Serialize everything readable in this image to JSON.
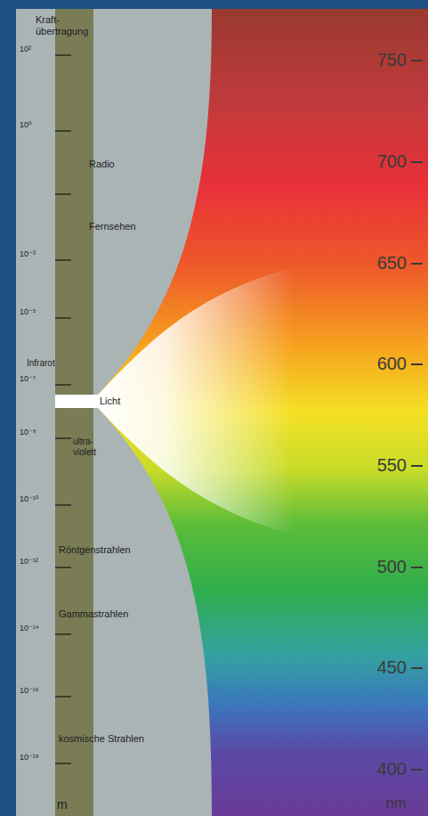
{
  "diagram": {
    "labels": [
      "Kraft- übertragung",
      "10²",
      "Radio",
      "10⁰",
      "Fernsehen",
      "10⁻³",
      "10⁻⁵",
      "Infrarot",
      "10⁻⁷",
      "Licht",
      "10⁻⁸",
      "ultra- violett",
      "10⁻¹⁰",
      "Röntgenstrahlen",
      "10⁻¹²",
      "Gammastrahlen",
      "10⁻¹⁴",
      "10⁻¹⁶",
      "kosmische Strahlen",
      "10⁻¹⁸",
      "m",
      "750",
      "700",
      "650",
      "600",
      "550",
      "500",
      "450",
      "400",
      "nm"
    ]
  }
}
